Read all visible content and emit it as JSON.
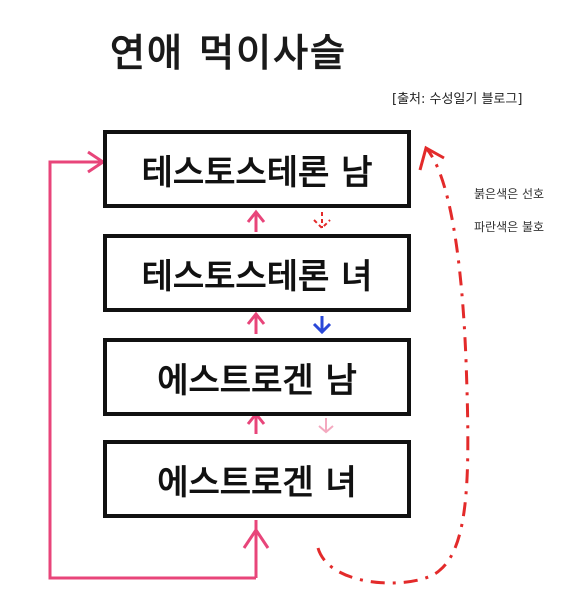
{
  "title": "연애 먹이사슬",
  "source": "[출처: 수성일기 블로그]",
  "legend": {
    "red": "붉은색은 선호",
    "blue": "파란색은 불호"
  },
  "chain": [
    {
      "label": "테스토스테론 남"
    },
    {
      "label": "테스토스테론 녀"
    },
    {
      "label": "에스트로겐 남"
    },
    {
      "label": "에스트로겐 녀"
    }
  ],
  "colors": {
    "pink_arrow": "#e8457a",
    "red_dashed": "#e32a2a",
    "blue_arrow": "#2a48d8",
    "light_pink": "#f4a9bf",
    "box_border": "#111111"
  }
}
